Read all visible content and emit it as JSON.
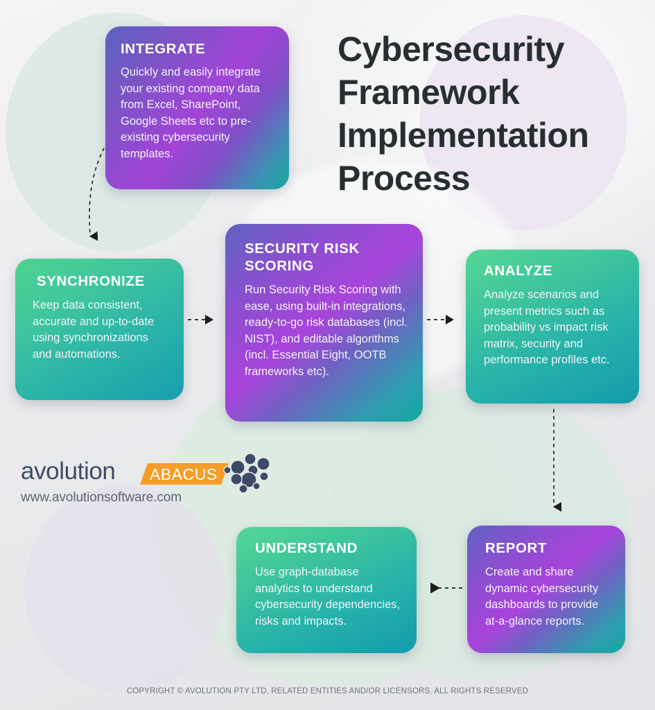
{
  "title": "Cybersecurity Framework Implementation Process",
  "cards": [
    {
      "id": "integrate",
      "heading": "INTEGRATE",
      "body": "Quickly and easily integrate your existing company data from Excel, SharePoint, Google Sheets etc to pre-existing cybersecurity templates.",
      "style": "purple"
    },
    {
      "id": "synchronize",
      "heading": "SYNCHRONIZE",
      "body": "Keep data consistent, accurate and up-to-date using synchronizations and automations.",
      "style": "green"
    },
    {
      "id": "security-risk-scoring",
      "heading": "SECURITY RISK SCORING",
      "body": "Run Security Risk Scoring with ease, using built-in integrations, ready-to-go risk databases (incl. NIST), and editable algorithms (incl. Essential Eight, OOTB frameworks etc).",
      "style": "purple"
    },
    {
      "id": "analyze",
      "heading": "ANALYZE",
      "body": "Analyze scenarios and present metrics such as probability vs impact risk matrix, security and performance profiles etc.",
      "style": "green"
    },
    {
      "id": "report",
      "heading": "REPORT",
      "body": "Create and share dynamic cybersecurity dashboards to provide at-a-glance reports.",
      "style": "purple"
    },
    {
      "id": "understand",
      "heading": "UNDERSTAND",
      "body": "Use graph-database analytics to understand cybersecurity dependencies, risks and impacts.",
      "style": "green"
    }
  ],
  "flow": {
    "connectors": [
      {
        "name": "integrate-to-synchronize",
        "direction": "down-curved"
      },
      {
        "name": "synchronize-to-security-risk-scoring",
        "direction": "right"
      },
      {
        "name": "security-risk-scoring-to-analyze",
        "direction": "right"
      },
      {
        "name": "analyze-to-report",
        "direction": "down"
      },
      {
        "name": "report-to-understand",
        "direction": "left"
      }
    ]
  },
  "logo": {
    "wordmark": "avolution",
    "product": "ABACUS",
    "url": "www.avolutionsoftware.com",
    "dot_color": "#3b4a66",
    "tag_color": "#f59d28"
  },
  "footer": "COPYRIGHT © AVOLUTION PTY LTD, RELATED ENTITIES AND/OR LICENSORS. ALL RIGHTS RESERVED",
  "colors": {
    "background": "#e8e9eb",
    "title_text": "#272f30",
    "purple_accent": "#a244d8",
    "teal_accent": "#17a79f",
    "green_accent": "#4fd38f",
    "arrow": "#1d1d1d"
  }
}
